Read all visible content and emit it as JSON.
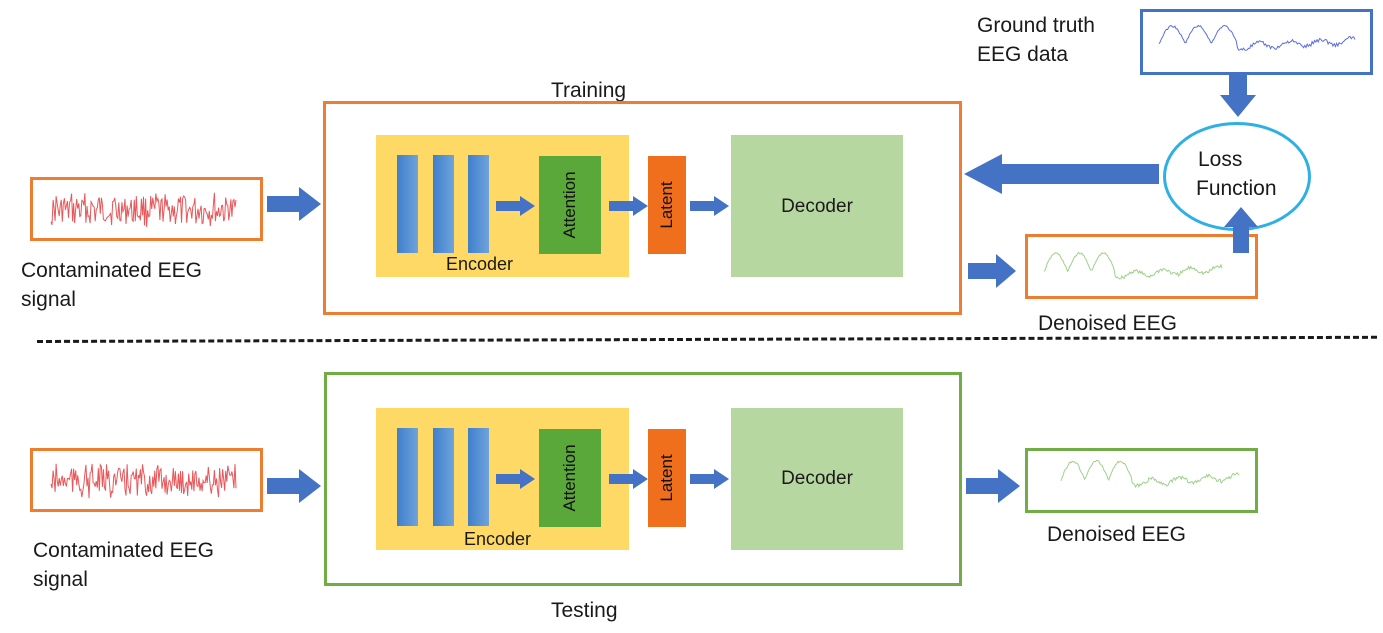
{
  "training": {
    "label": "Training",
    "input_label_line1": "Contaminated EEG",
    "input_label_line2": "signal",
    "encoder_label": "Encoder",
    "attention_label": "Attention",
    "latent_label": "Latent",
    "decoder_label": "Decoder",
    "output_label": "Denoised EEG",
    "ground_truth_line1": "Ground truth",
    "ground_truth_line2": "EEG data",
    "loss_line1": "Loss",
    "loss_line2": "Function"
  },
  "testing": {
    "label": "Testing",
    "input_label_line1": "Contaminated EEG",
    "input_label_line2": "signal",
    "encoder_label": "Encoder",
    "attention_label": "Attention",
    "latent_label": "Latent",
    "decoder_label": "Decoder",
    "output_label": "Denoised EEG"
  },
  "colors": {
    "training_frame": "#ed7d31",
    "testing_frame": "#70ad47",
    "ground_truth_frame": "#4472c4",
    "encoder_bg": "#ffd966",
    "attention": "#5aa73a",
    "latent": "#ef6f1c",
    "decoder": "#b7d7a0",
    "arrow": "#4472c4",
    "loss_ellipse": "#2eb0e4",
    "noisy_wave": "#e8575a",
    "clean_wave": "#9fd08c",
    "truth_wave": "#5a6ee0"
  }
}
